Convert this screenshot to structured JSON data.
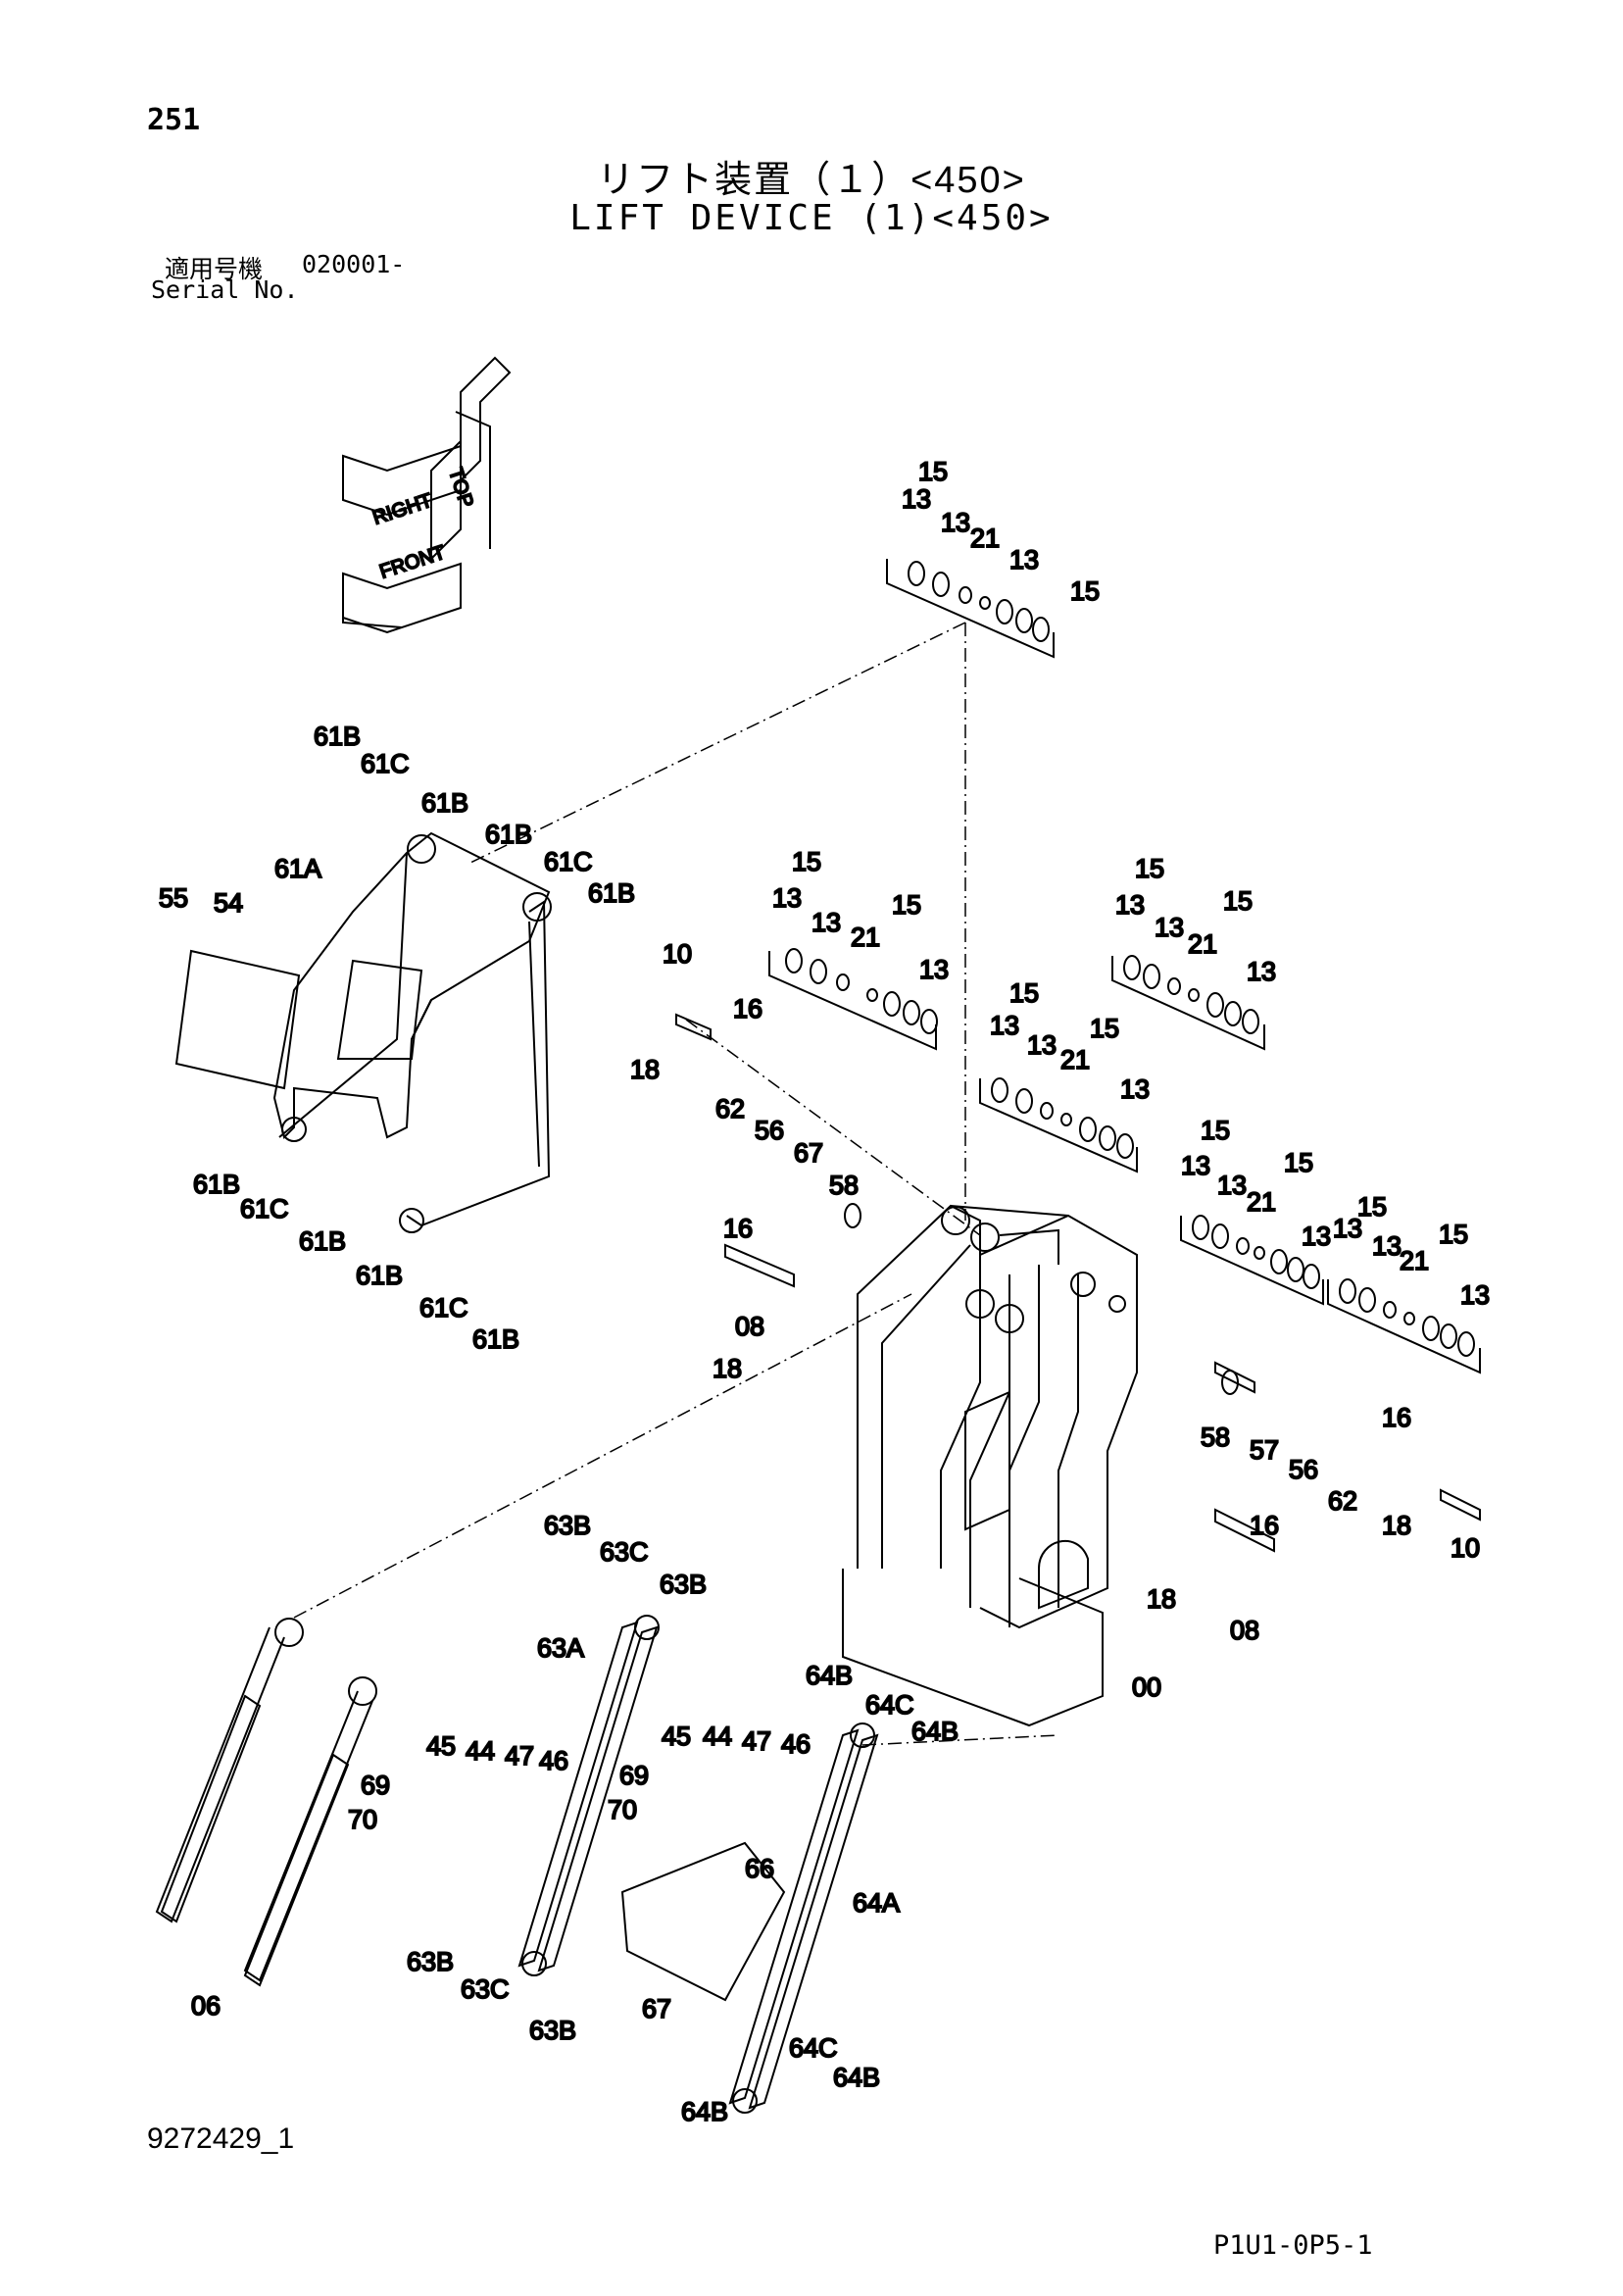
{
  "page_number": "251",
  "title_jp": "リフト装置（１）<450>",
  "title_en": "LIFT DEVICE (1)<450>",
  "serial": {
    "label_jp": "適用号機",
    "label_en": "Serial No.",
    "value": "020001-"
  },
  "drawing_id": "9272429_1",
  "page_code": "P1U1-0P5-1",
  "orientation_labels": [
    "TOP",
    "RIGHT",
    "FRONT"
  ],
  "callouts": [
    "15",
    "13",
    "13",
    "21",
    "13",
    "15",
    "61B",
    "61C",
    "61B",
    "61B",
    "61C",
    "61B",
    "61A",
    "55",
    "54",
    "61B",
    "61C",
    "61B",
    "61B",
    "61C",
    "61B",
    "15",
    "13",
    "13",
    "21",
    "15",
    "13",
    "10",
    "16",
    "18",
    "62",
    "56",
    "67",
    "58",
    "15",
    "13",
    "13",
    "21",
    "15",
    "13",
    "15",
    "13",
    "13",
    "21",
    "15",
    "13",
    "15",
    "13",
    "13",
    "21",
    "15",
    "13",
    "15",
    "13",
    "13",
    "21",
    "15",
    "13",
    "16",
    "08",
    "18",
    "16",
    "58",
    "57",
    "56",
    "62",
    "18",
    "10",
    "16",
    "18",
    "08",
    "00",
    "63B",
    "63C",
    "63B",
    "63A",
    "45",
    "44",
    "47",
    "46",
    "69",
    "70",
    "63B",
    "63C",
    "63B",
    "64B",
    "64C",
    "64B",
    "45",
    "44",
    "47",
    "46",
    "69",
    "70",
    "66",
    "64A",
    "67",
    "64C",
    "64B",
    "64B",
    "06"
  ]
}
